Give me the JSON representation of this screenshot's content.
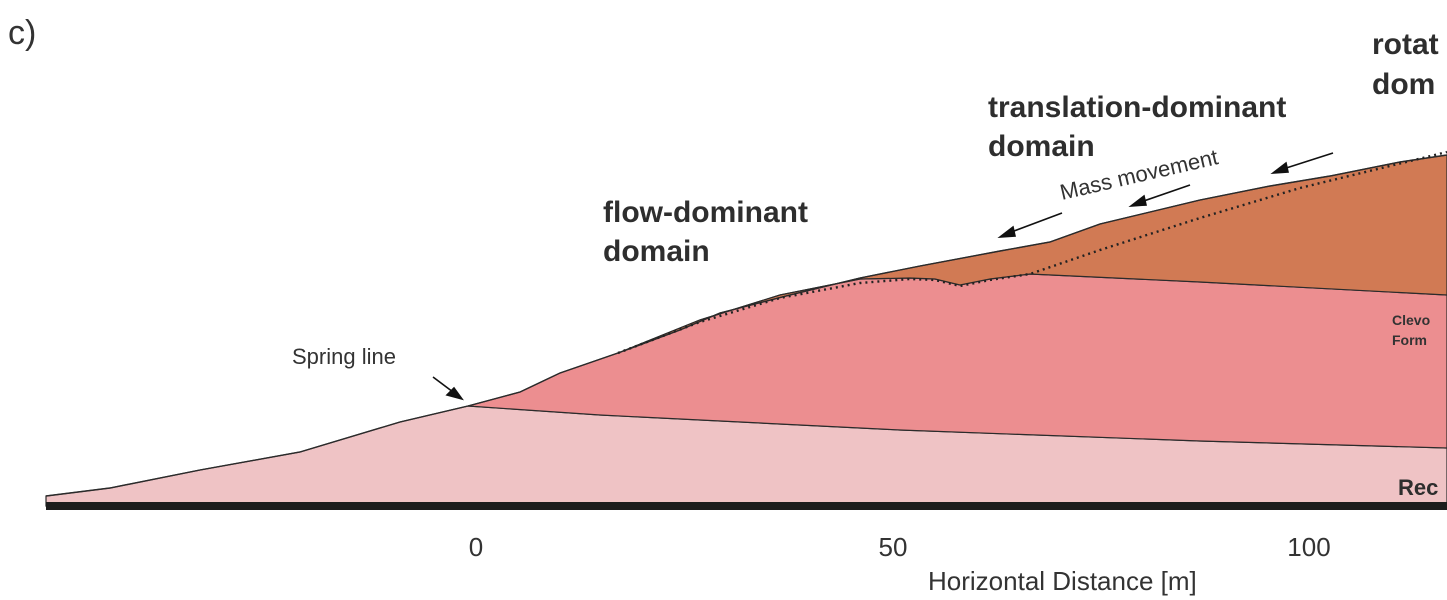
{
  "panel_label": "c)",
  "domains": {
    "flow": [
      "flow-dominant",
      "domain"
    ],
    "translation": [
      "translation-dominant",
      "domain"
    ],
    "rotation": [
      "rotat",
      "dom"
    ]
  },
  "annotations": {
    "mass_movement": "Mass movement",
    "spring_line": "Spring line"
  },
  "formations": {
    "clev": [
      "Clevo",
      "Form"
    ],
    "red": "Rec"
  },
  "x_axis": {
    "label": "Horizontal Distance [m]",
    "ticks": [
      "0",
      "50",
      "100"
    ]
  },
  "colors": {
    "bottom_layer": "#efc3c5",
    "middle_layer": "#ec8e90",
    "slide_layer": "#d17a54",
    "outline": "#2b2b2b"
  }
}
